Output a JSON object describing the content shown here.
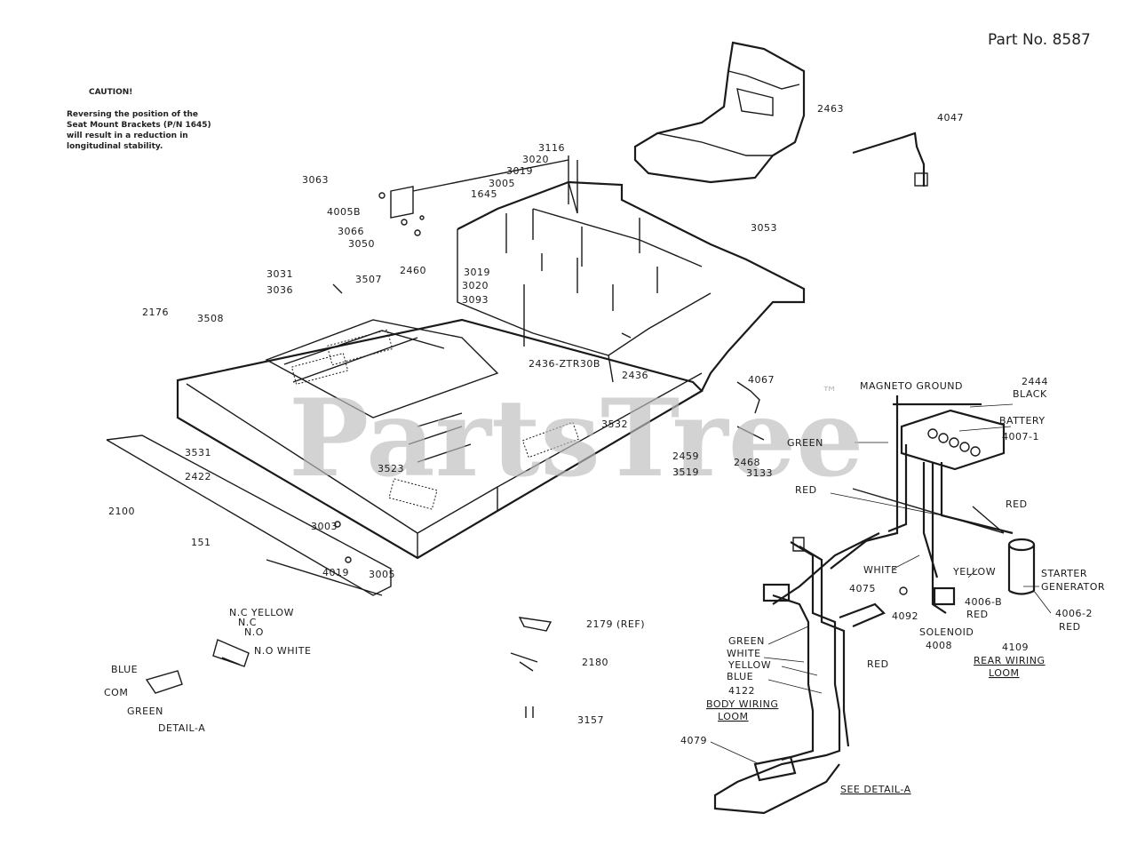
{
  "header": {
    "part_no": "Part No. 8587"
  },
  "caution": {
    "title": "CAUTION!",
    "lines": [
      "Reversing the position of the",
      "Seat Mount Brackets (P/N 1645)",
      "will result in a reduction in",
      "longitudinal stability."
    ]
  },
  "watermark": {
    "brand": "PartsTree",
    "tm": "™"
  },
  "callouts": {
    "c2463": "2463",
    "c4047": "4047",
    "c3116": "3116",
    "c3020a": "3020",
    "c3019": "3019",
    "c3005a": "3005",
    "c1645": "1645",
    "c3063": "3063",
    "c4005b": "4005B",
    "c3066": "3066",
    "c3050": "3050",
    "c3053": "3053",
    "c3031": "3031",
    "c3036": "3036",
    "c3507": "3507",
    "c2460": "2460",
    "c3019b": "3019",
    "c3020b": "3020",
    "c3093": "3093",
    "c2176": "2176",
    "c3508": "3508",
    "c2436ztr": "2436-ZTR30B",
    "c2436": "2436",
    "c4067": "4067",
    "c3532": "3532",
    "c3531": "3531",
    "c2422": "2422",
    "c3523": "3523",
    "c2459": "2459",
    "c2468": "2468",
    "c3519": "3519",
    "c3133": "3133",
    "c2100": "2100",
    "c151": "151",
    "c3003": "3003",
    "c4019": "4019",
    "c3005b": "3005",
    "c2179": "2179 (REF)",
    "c2180": "2180",
    "c3157": "3157",
    "c2444": "2444",
    "c4007": "4007-1",
    "c4075": "4075",
    "c4092": "4092",
    "c4006b": "4006-B",
    "c4008": "4008",
    "c4006_2": "4006-2",
    "c4109": "4109",
    "c4122": "4122",
    "c4079": "4079"
  },
  "wiring": {
    "magneto_ground": "MAGNETO GROUND",
    "black": "BLACK",
    "battery": "BATTERY",
    "green": "GREEN",
    "red1": "RED",
    "red2": "RED",
    "white": "WHITE",
    "yellow": "YELLOW",
    "starter": "STARTER",
    "generator": "GENERATOR",
    "red3": "RED",
    "solenoid": "SOLENOID",
    "red4": "RED",
    "red5": "RED",
    "rear_loom_1": "REAR WIRING",
    "rear_loom_2": "LOOM",
    "green2": "GREEN",
    "white2": "WHITE",
    "yellow2": "YELLOW",
    "blue2": "BLUE",
    "body_loom_1": "BODY WIRING",
    "body_loom_2": "LOOM",
    "see_detail": "SEE DETAIL-A"
  },
  "detail_a": {
    "nc_yellow": "N.C YELLOW",
    "nc": "N.C",
    "no": "N.O",
    "no_white": "N.O WHITE",
    "blue": "BLUE",
    "com": "COM",
    "green": "GREEN",
    "title": "DETAIL-A"
  }
}
